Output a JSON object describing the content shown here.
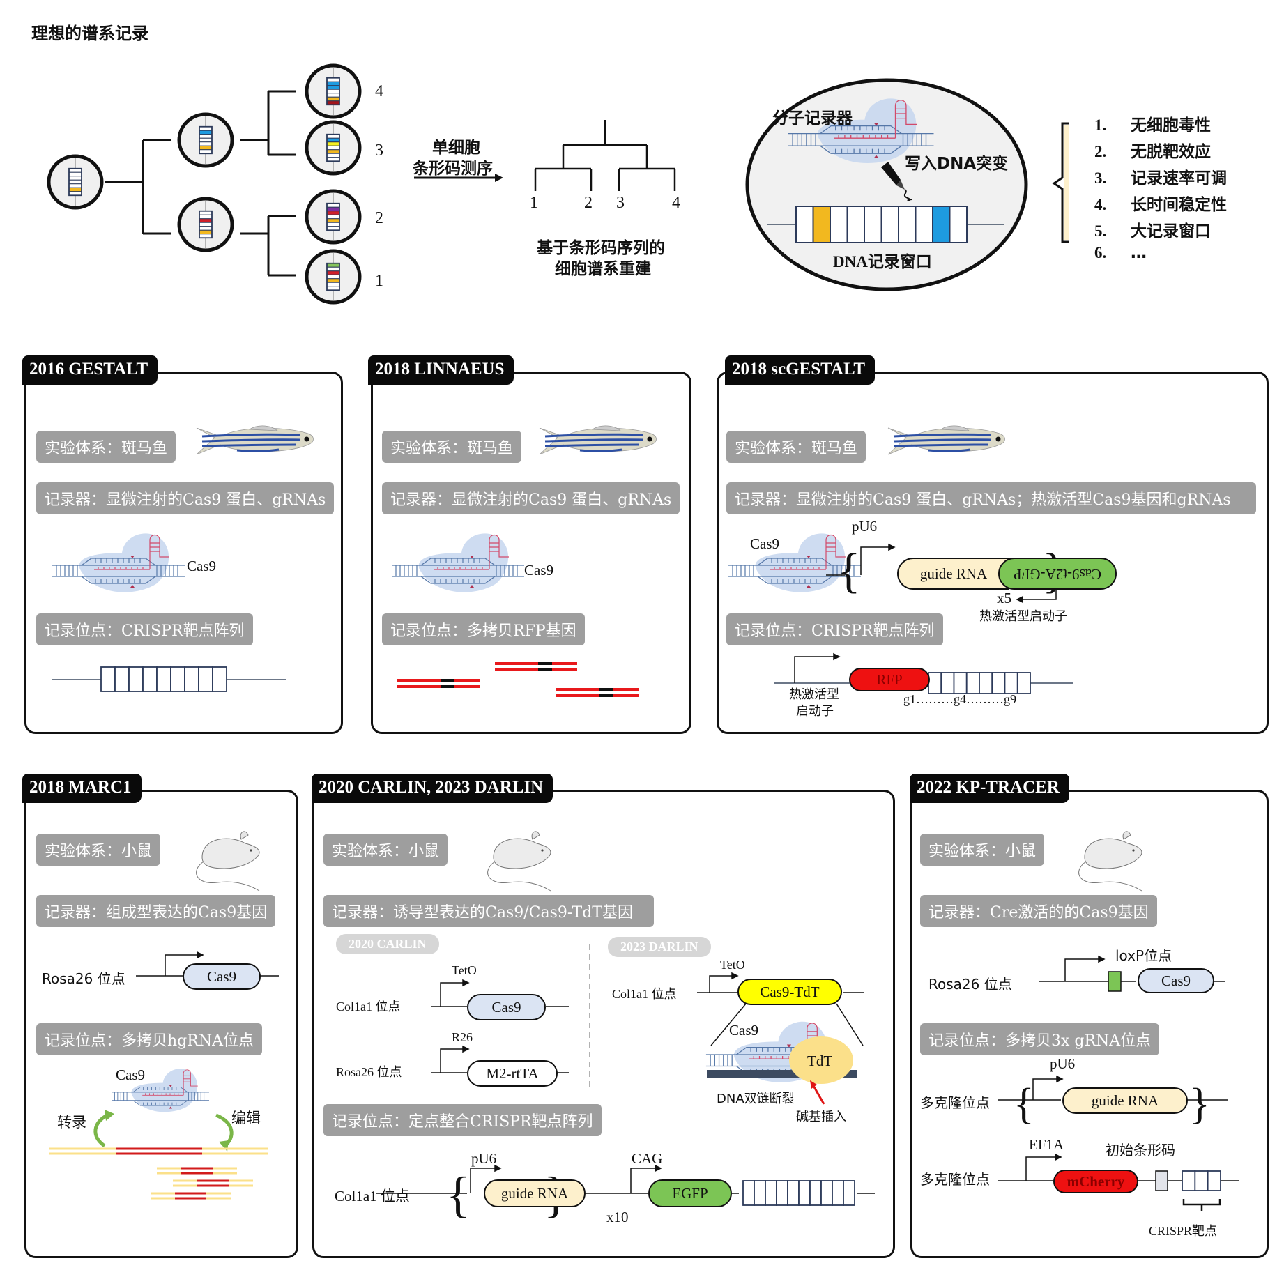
{
  "title": "理想的谱系记录",
  "lineage_tree": {
    "leaf_labels": [
      "4",
      "3",
      "2",
      "1"
    ],
    "colors": {
      "white": "#ffffff",
      "orange": "#f2b81f",
      "blue": "#1e9be0",
      "red": "#d0202a",
      "yellow": "#f5f020",
      "purple": "#7b2fa0",
      "green": "#86c45c",
      "darkred": "#a3151c"
    },
    "cells": {
      "root": [
        "white",
        "white",
        "white",
        "white",
        "white",
        "orange",
        "white"
      ],
      "upper": [
        "white",
        "blue",
        "white",
        "white",
        "white",
        "orange",
        "white"
      ],
      "lower": [
        "white",
        "white",
        "red",
        "white",
        "white",
        "orange",
        "white"
      ],
      "leaf4": [
        "white",
        "blue",
        "blue",
        "white",
        "white",
        "orange",
        "darkred"
      ],
      "leaf3": [
        "white",
        "blue",
        "yellow",
        "white",
        "orange",
        "white",
        "white"
      ],
      "leaf2": [
        "white",
        "purple",
        "red",
        "white",
        "orange",
        "white",
        "white"
      ],
      "leaf1": [
        "green",
        "white",
        "red",
        "white",
        "orange",
        "white",
        "white"
      ]
    }
  },
  "sequencing_arrow": {
    "line1": "单细胞",
    "line2": "条形码测序"
  },
  "reconstructed_tree": {
    "leaf_labels": [
      "1",
      "2",
      "3",
      "4"
    ],
    "caption_line1": "基于条形码序列的",
    "caption_line2": "细胞谱系重建"
  },
  "recorder_ellipse": {
    "molecular_recorder": "分子记录器",
    "write_mutation": "写入DNA突变",
    "window_label": "DNA记录窗口",
    "window_cells": [
      "white",
      "orange",
      "white",
      "white",
      "white",
      "white",
      "white",
      "white",
      "blue",
      "white"
    ]
  },
  "requirements": [
    {
      "num": "1.",
      "text": "无细胞毒性"
    },
    {
      "num": "2.",
      "text": "无脱靶效应"
    },
    {
      "num": "3.",
      "text": "记录速率可调"
    },
    {
      "num": "4.",
      "text": "长时间稳定性"
    },
    {
      "num": "5.",
      "text": "大记录窗口"
    },
    {
      "num": "6.",
      "text": "…"
    }
  ],
  "panels": {
    "gestalt": {
      "title": "2016 GESTALT",
      "system": "实验体系：斑马鱼",
      "recorder": "记录器：显微注射的Cas9 蛋白、gRNAs",
      "cas9_label": "Cas9",
      "site": "记录位点：CRISPR靶点阵列",
      "array_count": 9
    },
    "linnaeus": {
      "title": "2018 LINNAEUS",
      "system": "实验体系：斑马鱼",
      "recorder": "记录器：显微注射的Cas9 蛋白、gRNAs",
      "cas9_label": "Cas9",
      "site": "记录位点：多拷贝RFP基因"
    },
    "scgestalt": {
      "title": "2018 scGESTALT",
      "system": "实验体系：斑马鱼",
      "recorder": "记录器：显微注射的Cas9 蛋白、gRNAs；热激活型Cas9基因和gRNAs",
      "cas9_label": "Cas9",
      "pu6": "pU6",
      "guide_rna": "guide RNA",
      "cas9_gfp": "Cas9-t2A-GFP",
      "x5": "x5",
      "heat_promoter": "热激活型启动子",
      "site": "记录位点：CRISPR靶点阵列",
      "rfp": "RFP",
      "heat_promoter_l1": "热激活型",
      "heat_promoter_l2": "启动子",
      "targets": "g1………g4………g9",
      "array_count": 8
    },
    "marc1": {
      "title": "2018 MARC1",
      "system": "实验体系：小鼠",
      "recorder": "记录器：组成型表达的Cas9基因",
      "locus": "Rosa26 位点",
      "cas9": "Cas9",
      "site": "记录位点：多拷贝hgRNA位点",
      "cas9_label": "Cas9",
      "transcribe": "转录",
      "edit": "编辑"
    },
    "carlin": {
      "title": "2020 CARLIN, 2023 DARLIN",
      "system": "实验体系：小鼠",
      "recorder": "记录器：诱导型表达的Cas9/Cas9-TdT基因",
      "carlin_tag": "2020 CARLIN",
      "darlin_tag": "2023 DARLIN",
      "col1a1": "Col1a1 位点",
      "teto": "TetO",
      "cas9": "Cas9",
      "rosa26": "Rosa26 位点",
      "r26": "R26",
      "m2rtta": "M2-rtTA",
      "darlin_col1a1": "Col1a1 位点",
      "darlin_teto": "TetO",
      "cas9_tdt": "Cas9-TdT",
      "darlin_cas9": "Cas9",
      "tdt": "TdT",
      "dsb": "DNA双链断裂",
      "insertion": "碱基插入",
      "site": "记录位点：定点整合CRISPR靶点阵列",
      "site_col1a1": "Col1a1 位点",
      "pu6": "pU6",
      "guide_rna": "guide RNA",
      "x10": "x10",
      "cag": "CAG",
      "egfp": "EGFP",
      "array_count": 10
    },
    "kptracer": {
      "title": "2022 KP-TRACER",
      "system": "实验体系：小鼠",
      "recorder": "记录器：Cre激活的的Cas9基因",
      "loxp": "loxP位点",
      "rosa26": "Rosa26 位点",
      "cas9": "Cas9",
      "site": "记录位点：多拷贝3x gRNA位点",
      "mcs1": "多克隆位点",
      "pu6": "pU6",
      "guide_rna": "guide RNA",
      "mcs2": "多克隆位点",
      "ef1a": "EF1A",
      "initial_barcode": "初始条形码",
      "mcherry": "mCherry",
      "crispr_targets": "CRISPR靶点",
      "array_count": 3
    }
  },
  "palette": {
    "pill_gray": "#9e9e9e",
    "cas9_blue": "#dbe4f3",
    "guide_cream": "#fdf0cc",
    "gfp_green": "#7cc555",
    "rfp_red": "#ee1111",
    "tdt_yellow": "#ffff00",
    "tdt_blob": "#fbe08a",
    "dna_dark": "#3c4a60",
    "linnaeus_red": "#e8191c"
  }
}
